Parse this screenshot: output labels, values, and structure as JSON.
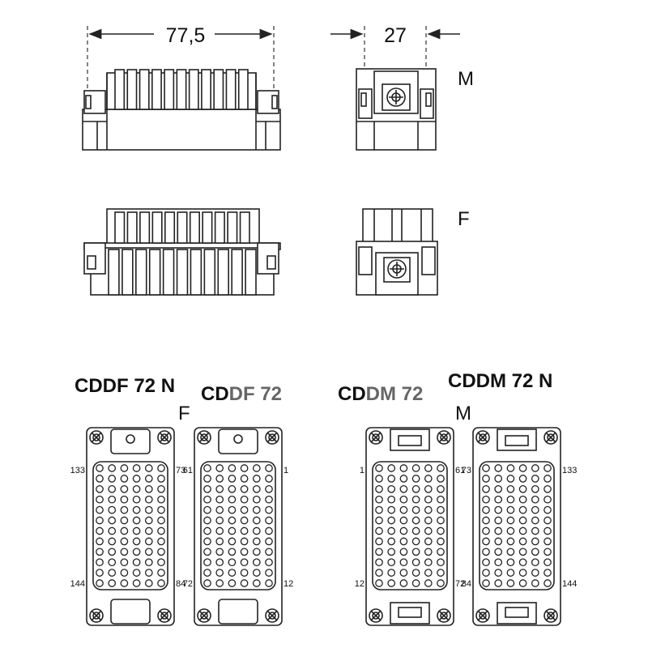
{
  "dimensions": {
    "width": "77,5",
    "depth": "27"
  },
  "views": {
    "male": "M",
    "female": "F"
  },
  "titles": {
    "cddf72n": "CDDF 72 N",
    "cddf72": "CDDF 72",
    "cddm72": "CDDM 72",
    "cddm72n": "CDDM 72 N"
  },
  "inserts": [
    {
      "name": "cddf72n",
      "tl": "133",
      "tr": "73",
      "bl": "144",
      "br": "84"
    },
    {
      "name": "cddf72",
      "tl": "61",
      "tr": "1",
      "bl": "72",
      "br": "12"
    },
    {
      "name": "cddm72",
      "tl": "1",
      "tr": "61",
      "bl": "12",
      "br": "72"
    },
    {
      "name": "cddm72n",
      "tl": "73",
      "tr": "133",
      "bl": "84",
      "br": "144"
    }
  ],
  "colors": {
    "line": "#222222",
    "background": "#ffffff",
    "title_grey": "#666666"
  }
}
